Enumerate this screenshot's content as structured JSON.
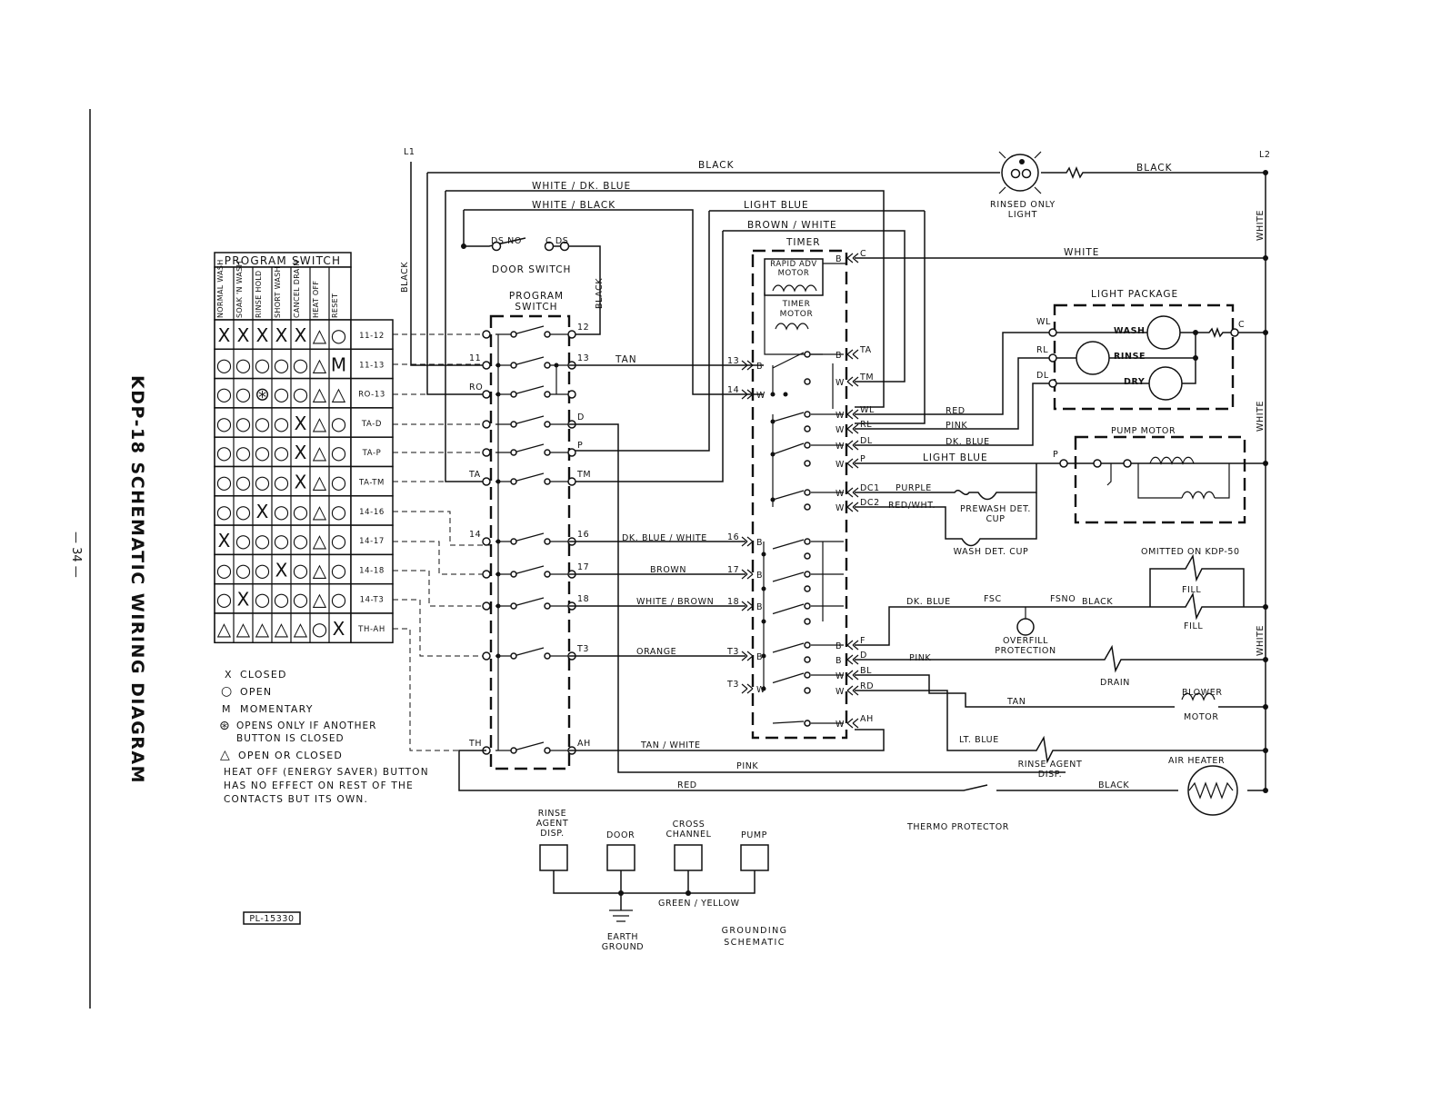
{
  "title": "KDP-18 SCHEMATIC WIRING DIAGRAM",
  "page_number": "— 34 —",
  "part_number": "PL-15330",
  "program_switch": {
    "header": "PROGRAM SWITCH",
    "columns": [
      "NORMAL WASH",
      "SOAK 'N WASH",
      "RINSE HOLD",
      "SHORT WASH",
      "CANCEL DRAIN",
      "HEAT OFF",
      "RESET"
    ],
    "rows": [
      {
        "label": "11-12",
        "cells": [
          "X",
          "X",
          "X",
          "X",
          "X",
          "△",
          "○"
        ]
      },
      {
        "label": "11-13",
        "cells": [
          "○",
          "○",
          "○",
          "○",
          "○",
          "△",
          "M"
        ]
      },
      {
        "label": "RO-13",
        "cells": [
          "○",
          "○",
          "⊛",
          "○",
          "○",
          "△",
          "△"
        ]
      },
      {
        "label": "TA-D",
        "cells": [
          "○",
          "○",
          "○",
          "○",
          "X",
          "△",
          "○"
        ]
      },
      {
        "label": "TA-P",
        "cells": [
          "○",
          "○",
          "○",
          "○",
          "X",
          "△",
          "○"
        ]
      },
      {
        "label": "TA-TM",
        "cells": [
          "○",
          "○",
          "○",
          "○",
          "X",
          "△",
          "○"
        ]
      },
      {
        "label": "14-16",
        "cells": [
          "○",
          "○",
          "X",
          "○",
          "○",
          "△",
          "○"
        ]
      },
      {
        "label": "14-17",
        "cells": [
          "X",
          "○",
          "○",
          "○",
          "○",
          "△",
          "○"
        ]
      },
      {
        "label": "14-18",
        "cells": [
          "○",
          "○",
          "○",
          "X",
          "○",
          "△",
          "○"
        ]
      },
      {
        "label": "14-T3",
        "cells": [
          "○",
          "X",
          "○",
          "○",
          "○",
          "△",
          "○"
        ]
      },
      {
        "label": "TH-AH",
        "cells": [
          "△",
          "△",
          "△",
          "△",
          "△",
          "○",
          "X"
        ]
      }
    ]
  },
  "legend": [
    {
      "symbol": "X",
      "text": "CLOSED"
    },
    {
      "symbol": "○",
      "text": "OPEN"
    },
    {
      "symbol": "M",
      "text": "MOMENTARY"
    },
    {
      "symbol": "⊛",
      "text": "OPENS ONLY IF ANOTHER BUTTON IS CLOSED"
    },
    {
      "symbol": "△",
      "text": "OPEN OR CLOSED"
    }
  ],
  "note": "HEAT OFF (ENERGY SAVER) BUTTON HAS NO EFFECT ON REST OF THE CONTACTS BUT ITS OWN.",
  "wires": {
    "black_top": "BLACK",
    "white_dk_blue": "WHITE / DK. BLUE",
    "white_black": "WHITE / BLACK",
    "light_blue": "LIGHT BLUE",
    "brown_white": "BROWN / WHITE",
    "black_right": "BLACK",
    "white_top": "WHITE",
    "black_vert": "BLACK",
    "black_switch": "BLACK",
    "tan": "TAN",
    "dk_blue_white": "DK. BLUE / WHITE",
    "brown": "BROWN",
    "white_brown": "WHITE / BROWN",
    "orange": "ORANGE",
    "tan_white": "TAN / WHITE",
    "pink_bottom": "PINK",
    "red_bottom": "RED",
    "red": "RED",
    "pink": "PINK",
    "dk_blue": "DK. BLUE",
    "light_blue2": "LIGHT  BLUE",
    "purple": "PURPLE",
    "red_wht": "RED/WHT.",
    "dk_blue2": "DK. BLUE",
    "black_fsno": "BLACK",
    "pink2": "PINK",
    "tan2": "TAN",
    "lt_blue": "LT. BLUE",
    "black_heater": "BLACK",
    "white_r1": "WHITE",
    "white_r2": "WHITE",
    "white_r3": "WHITE",
    "green_yellow": "GREEN / YELLOW"
  },
  "labels": {
    "L1": "L1",
    "L2": "L2",
    "door_switch": "DOOR SWITCH",
    "ds_no": "DS NO",
    "c_ds": "C  DS",
    "program_switch": "PROGRAM SWITCH",
    "timer": "TIMER",
    "rapid_adv_motor": "RAPID ADV MOTOR",
    "timer_motor": "TIMER MOTOR",
    "rinsed_only_light": "RINSED ONLY LIGHT",
    "light_package": "LIGHT  PACKAGE",
    "wash": "WASH",
    "rinse": "RINSE",
    "dry": "DRY",
    "pump_motor": "PUMP MOTOR",
    "prewash_det_cup": "PREWASH DET. CUP",
    "wash_det_cup": "WASH DET. CUP",
    "omitted_on_kdp50": "OMITTED  ON  KDP-50",
    "fill": "FILL",
    "overfill_protection": "OVERFILL PROTECTION",
    "drain": "DRAIN",
    "blower_motor": "MOTOR",
    "blower": "BLOWER",
    "rinse_agent_disp": "RINSE AGENT DISP.",
    "air_heater": "AIR HEATER",
    "thermo_protector": "THERMO  PROTECTOR",
    "grounding_schematic": "GROUNDING SCHEMATIC",
    "earth_ground": "EARTH GROUND",
    "gnd_rinse": "RINSE AGENT DISP.",
    "gnd_door": "DOOR",
    "gnd_cross": "CROSS CHANNEL",
    "gnd_pump": "PUMP"
  }
}
